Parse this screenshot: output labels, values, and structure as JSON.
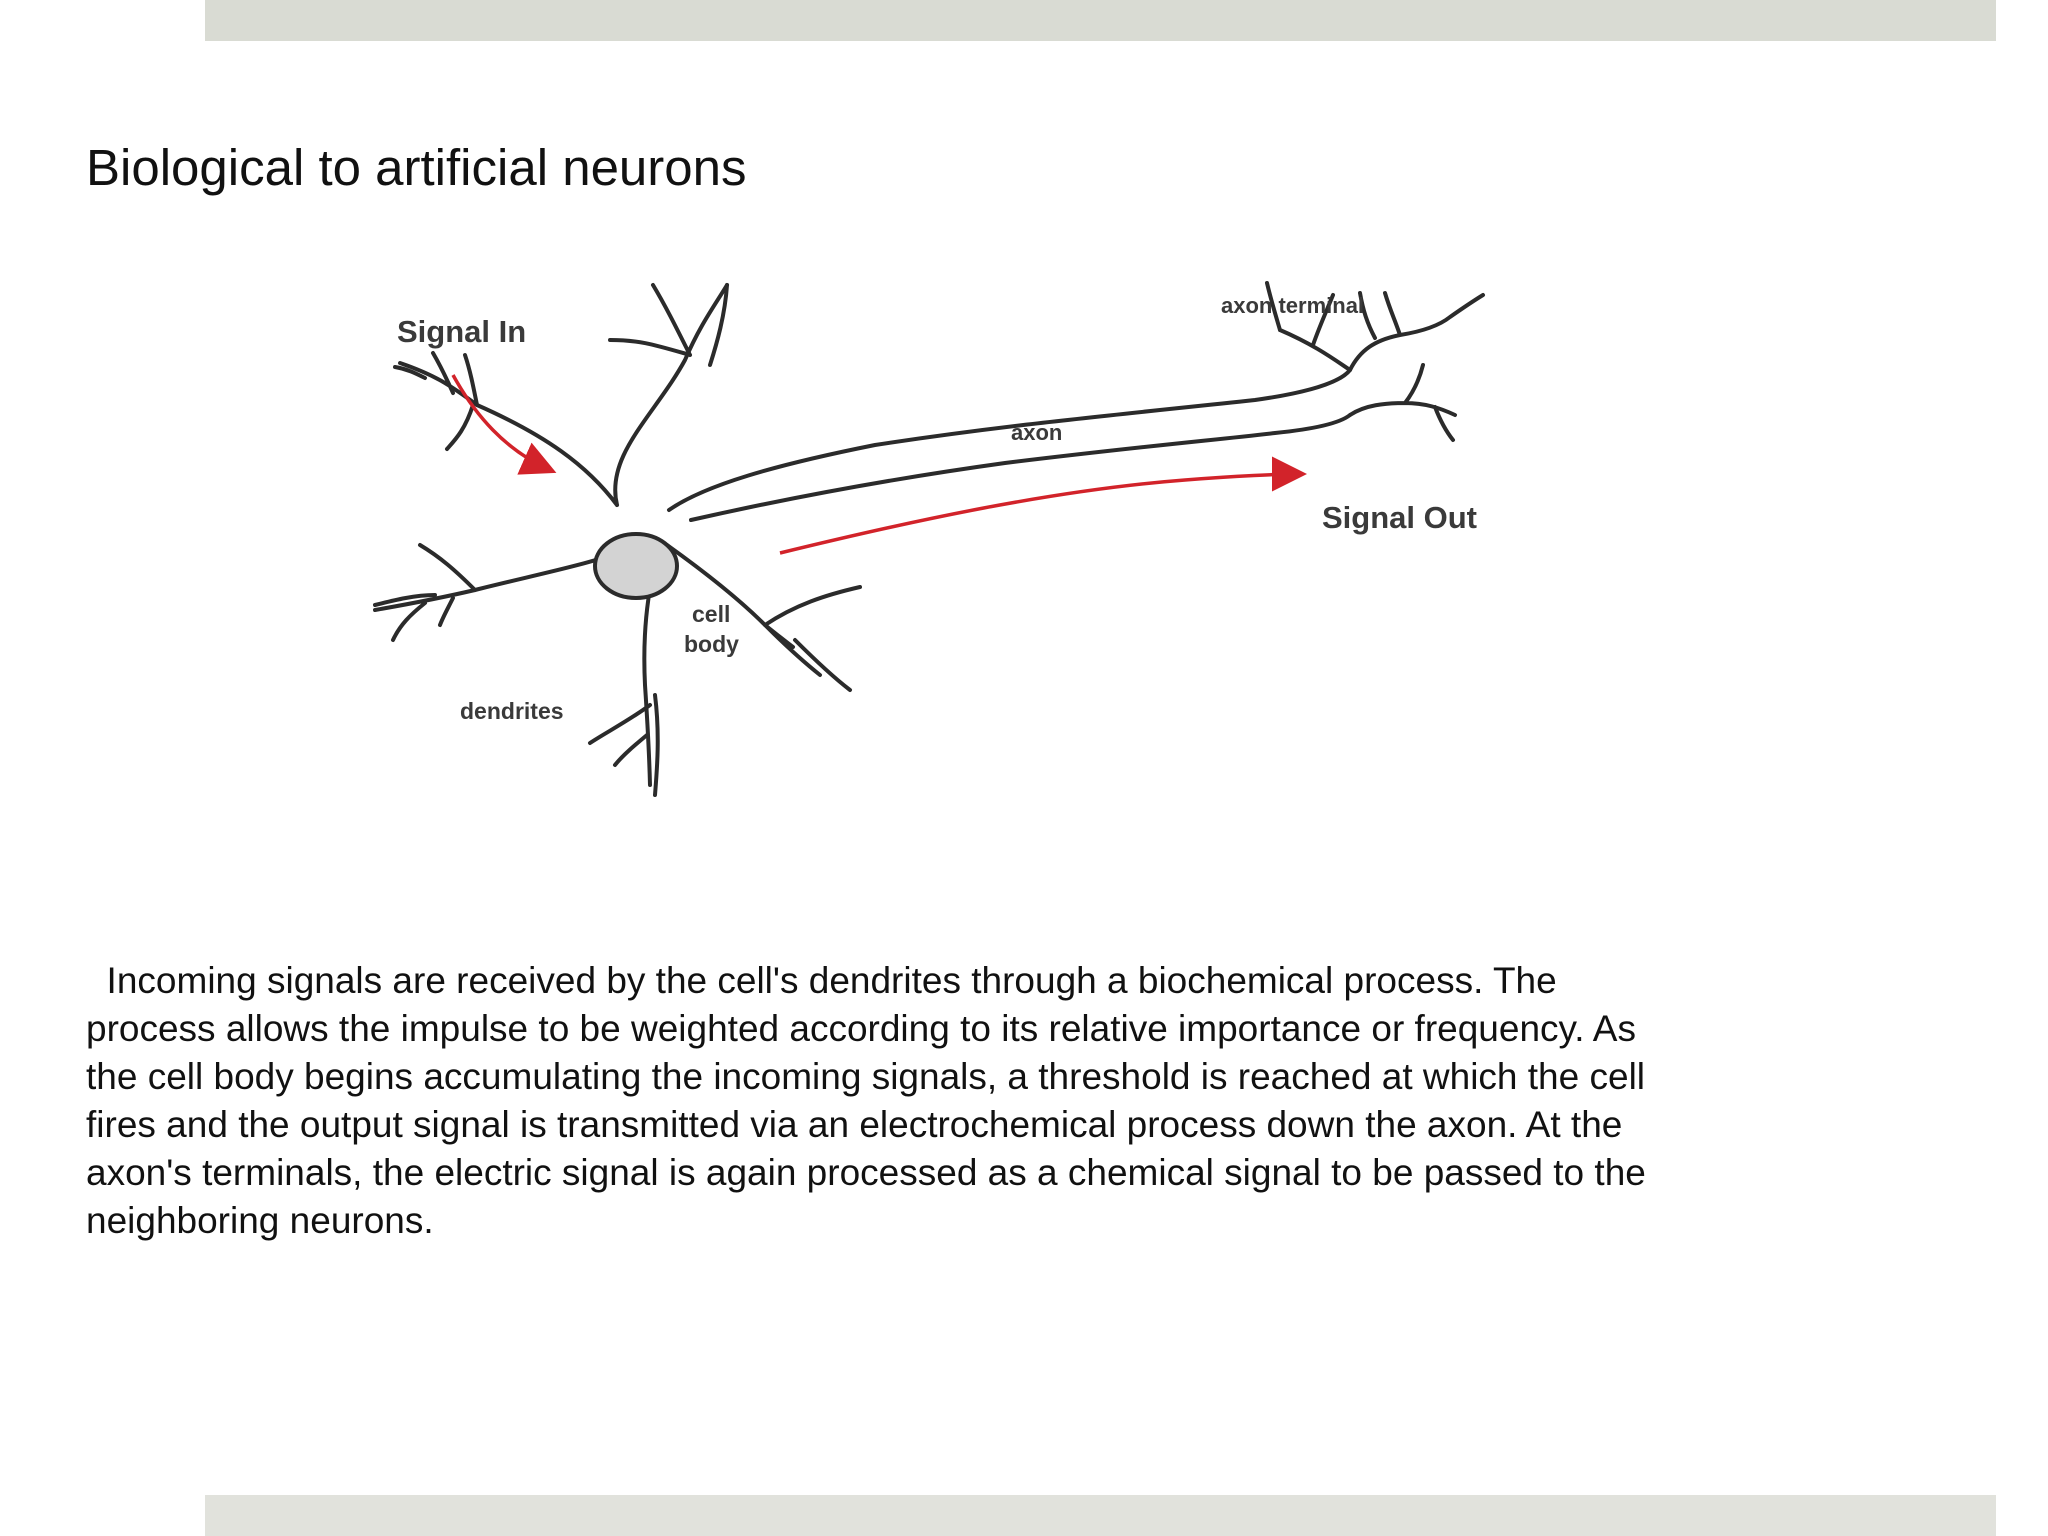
{
  "slide": {
    "title": "Biological to artificial neurons",
    "diagram": {
      "labels": {
        "signal_in": "Signal In",
        "axon_terminal": "axon terminal",
        "axon": "axon",
        "signal_out": "Signal Out",
        "cell": "cell",
        "body": "body",
        "dendrites": "dendrites"
      },
      "colors": {
        "arrow": "#d2232a",
        "outline": "#2b2b2b",
        "nucleus_fill": "#d3d3d3"
      }
    },
    "description_lines": [
      "  Incoming signals are received by the cell's dendrites through a biochemical process. The",
      "process allows the impulse to be weighted according to its relative importance or frequency. As",
      "the cell body begins accumulating the incoming signals, a threshold is reached at which the cell",
      "fires and the output signal is transmitted via an electrochemical process down the axon. At the",
      "axon's terminals, the electric signal is again processed as a chemical signal to be passed to the",
      "neighboring neurons."
    ],
    "colors": {
      "band": "#d9dbd3"
    }
  }
}
